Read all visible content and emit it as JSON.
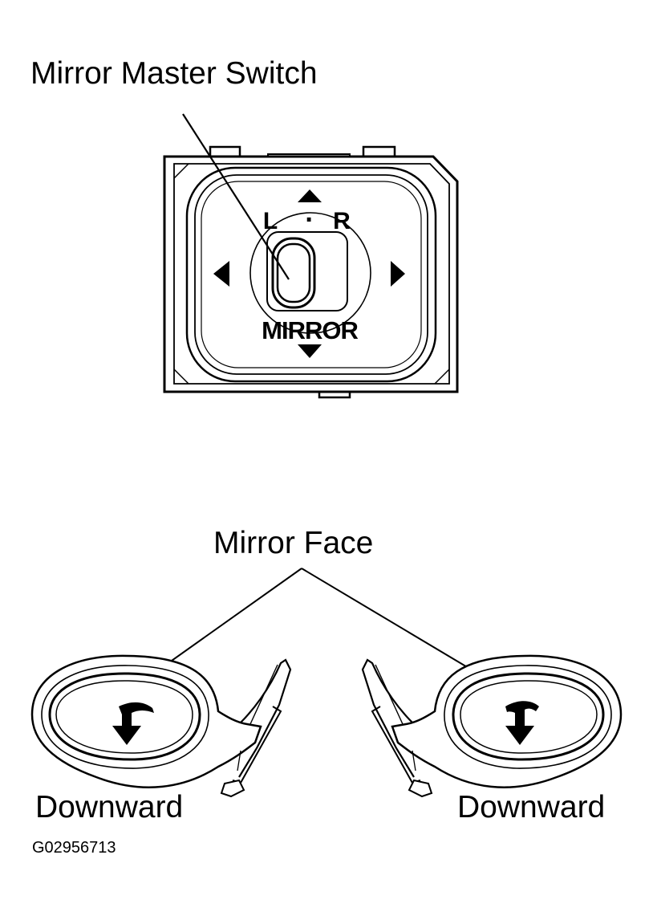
{
  "labels": {
    "switch_title": "Mirror Master Switch",
    "face_title": "Mirror Face",
    "downward_left": "Downward",
    "downward_right": "Downward",
    "figure_code": "G02956713"
  },
  "switch_markings": {
    "left": "L",
    "dot": "·",
    "right": "R",
    "name": "MIRROR"
  },
  "icons": [
    "arrow-up-icon",
    "arrow-down-icon",
    "arrow-left-icon",
    "arrow-right-icon",
    "downward-arrow-icon"
  ]
}
